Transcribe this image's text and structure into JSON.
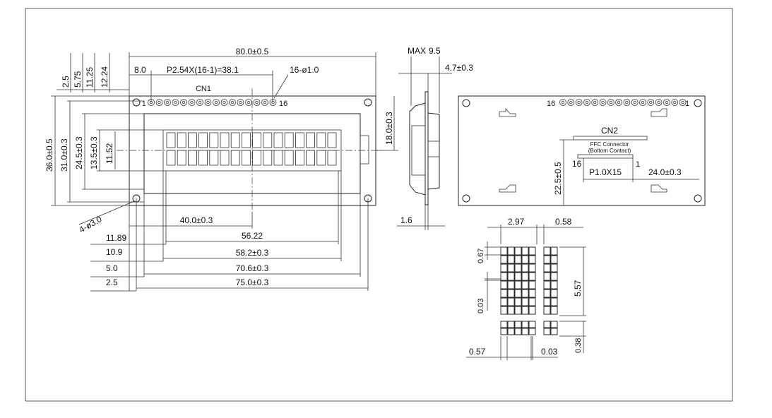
{
  "front": {
    "width": "80.0±0.5",
    "pin_offset": "8.0",
    "pitch": "P2.54X(16-1)=38.1",
    "pin_holes": "16-ø1.0",
    "connector": "CN1",
    "pin_one": "1",
    "pin_last": "16",
    "top_offsets": [
      "2.5",
      "5.75",
      "11.25",
      "12.24"
    ],
    "heights": [
      "36.0±0.5",
      "31.0±0.3",
      "24.5±0.3",
      "13.5±0.3",
      "11.52"
    ],
    "right_height": "18.0±0.3",
    "mount_holes": "4-ø3.0",
    "left_offsets": [
      "11.89",
      "10.9",
      "5.0",
      "2.5"
    ],
    "widths": [
      "40.0±0.3",
      "56.22",
      "58.2±0.3",
      "70.6±0.3",
      "75.0±0.3"
    ]
  },
  "side": {
    "max": "MAX",
    "max_value": "9.5",
    "depth": "4.7±0.3",
    "pcb": "1.6"
  },
  "back": {
    "connector": "CN2",
    "ffc_line1": "FFC Connector",
    "ffc_line2": "(Bottom Contact)",
    "pin_last": "16",
    "pin_one": "1",
    "pin_left": "16",
    "pin_right": "1",
    "pitch": "P1.0X15",
    "offset": "24.0±0.3",
    "height": "22.5±0.5"
  },
  "char": {
    "width": "2.97",
    "gap": "0.58",
    "dot_h": "0.67",
    "dot_gap": "0.03",
    "height": "5.57",
    "dot_w": "0.57",
    "col_gap": "0.03",
    "cursor": "0.38"
  }
}
